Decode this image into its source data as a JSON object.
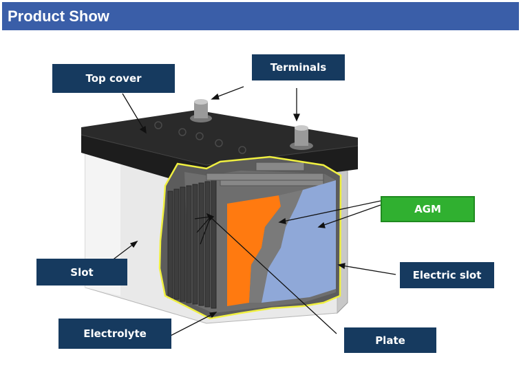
{
  "header": {
    "title": "Product Show"
  },
  "labels": {
    "top_cover": "Top cover",
    "terminals": "Terminals",
    "agm": "AGM",
    "slot": "Slot",
    "electric_slot": "Electric slot",
    "electrolyte": "Electrolyte",
    "plate": "Plate"
  },
  "colors": {
    "header_bg": "#3a5ea8",
    "label_bg": "#163a5f",
    "agm_bg": "#30b030",
    "plate_orange": "#ff7a10",
    "separator_blue": "#8fa8d8",
    "cutaway_outline": "#f0f040"
  }
}
